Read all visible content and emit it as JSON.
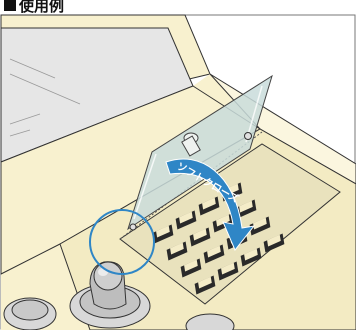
{
  "heading": {
    "marker": "■",
    "text": "使用例"
  },
  "illustration": {
    "arrow_label": "ソフトクローズ",
    "colors": {
      "panel_cream": "#f8f1cf",
      "outline": "#333333",
      "key_dark": "#2a2a2a",
      "glass": "#c9dcda",
      "arrow_blue": "#2f86c6",
      "highlight_circle": "#2f86c6"
    },
    "keypad": {
      "rows": 4,
      "columns": 4
    },
    "icons": [
      "hinge-icon",
      "soft-close-arrow-icon",
      "highlight-circle-icon",
      "joystick-icon"
    ]
  }
}
